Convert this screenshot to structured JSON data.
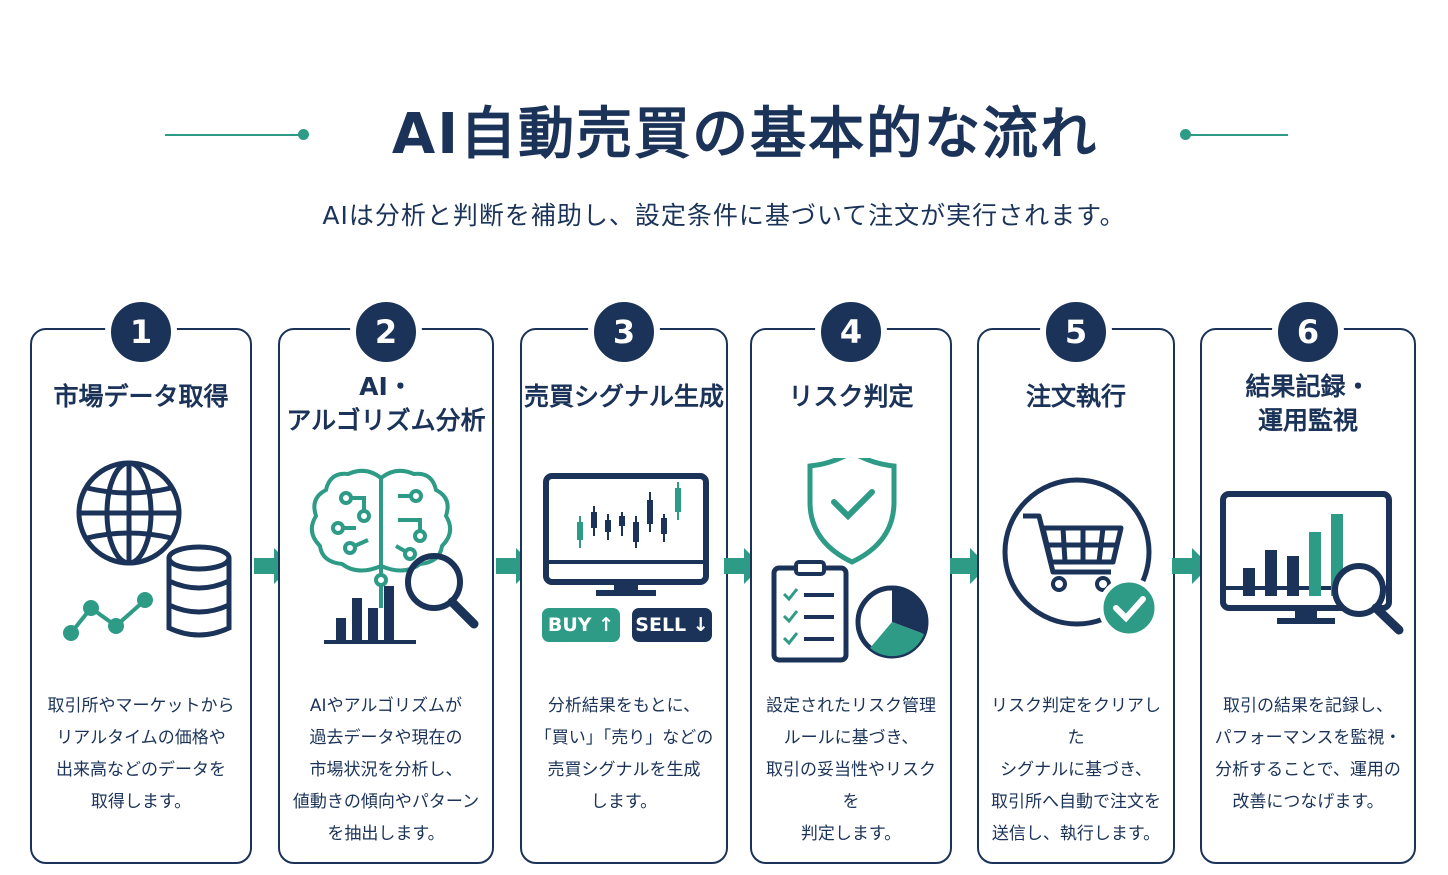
{
  "header": {
    "title": "AI自動売買の基本的な流れ",
    "subtitle": "AIは分析と判断を補助し、設定条件に基づいて注文が実行されます。"
  },
  "colors": {
    "navy": "#1b3358",
    "green": "#2e9b86"
  },
  "steps": [
    {
      "number": "1",
      "title": "市場データ取得",
      "icon": "globe-database-icon",
      "description": "取引所やマーケットから\nリアルタイムの価格や\n出来高などのデータを\n取得します。"
    },
    {
      "number": "2",
      "title": "AI・\nアルゴリズム分析",
      "icon": "brain-analysis-icon",
      "description": "AIやアルゴリズムが\n過去データや現在の\n市場状況を分析し、\n値動きの傾向やパターン\nを抽出します。"
    },
    {
      "number": "3",
      "title": "売買シグナル生成",
      "icon": "candlestick-monitor-icon",
      "buy_label": "BUY ↑",
      "sell_label": "SELL ↓",
      "description": "分析結果をもとに、\n「買い」「売り」などの\n売買シグナルを生成\nします。"
    },
    {
      "number": "4",
      "title": "リスク判定",
      "icon": "shield-checklist-icon",
      "description": "設定されたリスク管理\nルールに基づき、\n取引の妥当性やリスクを\n判定します。"
    },
    {
      "number": "5",
      "title": "注文執行",
      "icon": "cart-check-icon",
      "description": "リスク判定をクリアした\nシグナルに基づき、\n取引所へ自動で注文を\n送信し、執行します。"
    },
    {
      "number": "6",
      "title": "結果記録・\n運用監視",
      "icon": "monitor-chart-icon",
      "description": "取引の結果を記録し、\nパフォーマンスを監視・\n分析することで、運用の\n改善につなげます。"
    }
  ]
}
